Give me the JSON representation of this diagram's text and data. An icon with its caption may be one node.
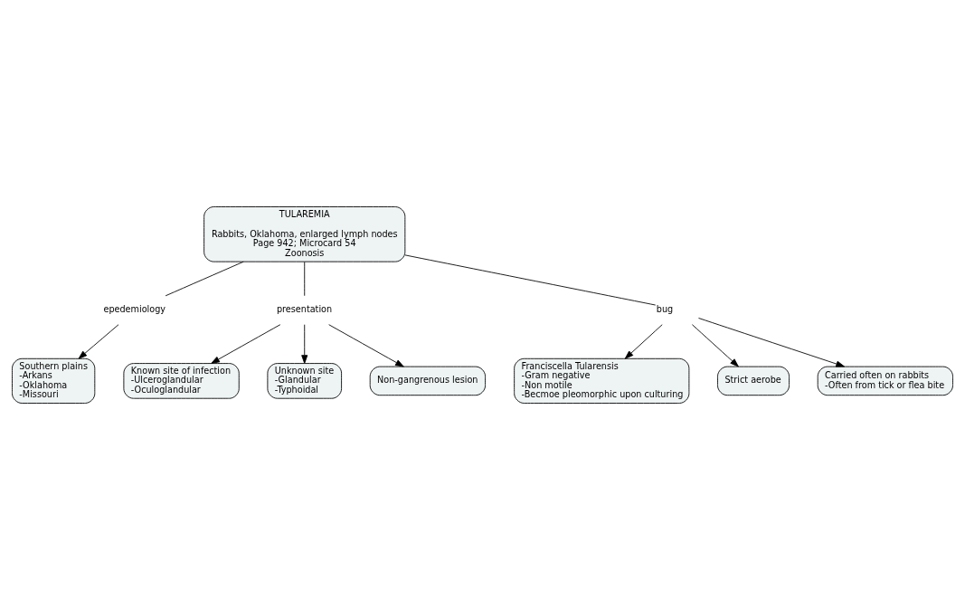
{
  "diagram": {
    "nodes": [
      {
        "text": [
          "TULAREMIA",
          "Rabbits, Oklahoma, enlarged lymph nodes",
          "Page 942; Microcard 54",
          "Zoonosis"
        ]
      },
      {
        "text": [
          "epedemiology"
        ]
      },
      {
        "text": [
          "Southern plains",
          "-Arkans",
          "-Oklahoma",
          "-Missouri"
        ]
      },
      {
        "text": [
          "presentation"
        ]
      },
      {
        "text": [
          "Known site of infection",
          "-Ulceroglandular",
          "-Oculoglandular"
        ]
      },
      {
        "text": [
          "Unknown site",
          "-Glandular",
          "-Typhoidal"
        ]
      },
      {
        "text": [
          "Non-gangrenous lesion"
        ]
      },
      {
        "text": [
          "bug"
        ]
      },
      {
        "text": [
          "Franciscella Tularensis",
          "-Gram negative",
          "-Non motile",
          "-Becmoe pleomorphic upon culturing"
        ]
      },
      {
        "text": [
          "Strict aerobe"
        ]
      },
      {
        "text": [
          "Carried often on rabbits",
          "-Often from tick or flea bite"
        ]
      }
    ],
    "edges": [
      {
        "from": 0,
        "to": 1,
        "arrow": "none"
      },
      {
        "from": 1,
        "to": 2,
        "arrow": "to"
      },
      {
        "from": 0,
        "to": 3,
        "arrow": "none"
      },
      {
        "from": 3,
        "to": 4,
        "arrow": "to"
      },
      {
        "from": 3,
        "to": 5,
        "arrow": "to"
      },
      {
        "from": 3,
        "to": 6,
        "arrow": "to"
      },
      {
        "from": 0,
        "to": 7,
        "arrow": "none"
      },
      {
        "from": 7,
        "to": 8,
        "arrow": "to"
      },
      {
        "from": 7,
        "to": 9,
        "arrow": "to"
      },
      {
        "from": 7,
        "to": 10,
        "arrow": "to"
      }
    ]
  }
}
